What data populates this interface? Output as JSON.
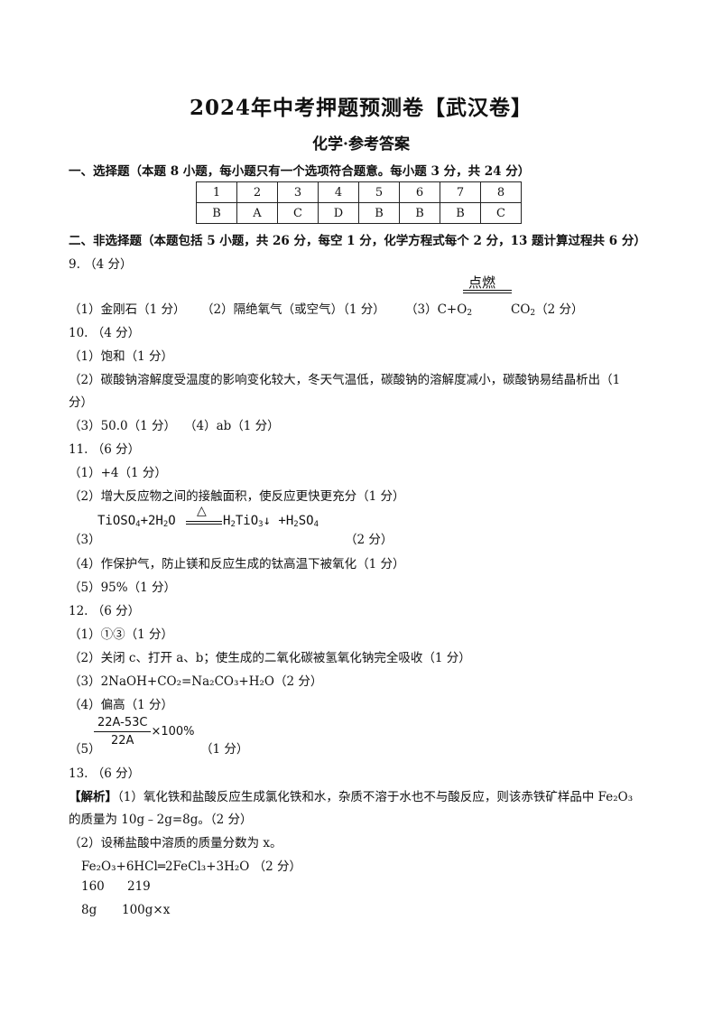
{
  "title": "2024年中考押题预测卷【武汉卷】",
  "subtitle": "化学·参考答案",
  "section1": {
    "heading": "一、选择题（本题 8 小题，每小题只有一个选项符合题意。每小题 3 分，共 24 分）",
    "numbers": [
      "1",
      "2",
      "3",
      "4",
      "5",
      "6",
      "7",
      "8"
    ],
    "answers": [
      "B",
      "A",
      "C",
      "D",
      "B",
      "B",
      "B",
      "C"
    ]
  },
  "section2": {
    "heading": "二、非选择题（本题包括 5 小题，共 26 分，每空 1 分，化学方程式每个 2 分，13 题计算过程共 6 分）"
  },
  "q9": {
    "head": "9. （4 分）",
    "condition": "点燃",
    "a1": "（1）金刚石（1 分）",
    "a2": "（2）隔绝氧气（或空气）（1 分）",
    "a3_pre": "（3）C+O",
    "a3_sub1": "2",
    "a3_prod": "CO",
    "a3_sub2": "2",
    "a3_post": "（2 分）"
  },
  "q10": {
    "head": "10. （4 分）",
    "a1": "（1）饱和（1 分）",
    "a2_line1": "（2）碳酸钠溶解度受温度的影响变化较大，冬天气温低，碳酸钠的溶解度减小，碳酸钠易结晶析出（1",
    "a2_line2": "分）",
    "a3": "（3）50.0（1 分）",
    "a4": "（4）ab（1 分）"
  },
  "q11": {
    "head": "11. （6 分）",
    "a1": "（1）+4（1 分）",
    "a2": "（2）增大反应物之间的接触面积，使反应更快更充分（1 分）",
    "a3_label": "（3）",
    "a3_left": "TiOSO",
    "a3_sub_a": "4",
    "a3_mid1": "+2H",
    "a3_sub_b": "2",
    "a3_mid2": "O",
    "a3_cond": "△",
    "a3_right1": "H",
    "a3_sub_c": "2",
    "a3_right2": "TiO",
    "a3_sub_d": "3",
    "a3_right3": "↓ +H",
    "a3_sub_e": "2",
    "a3_right4": "SO",
    "a3_sub_f": "4",
    "a3_score": "（2 分）",
    "a4": "（4）作保护气，防止镁和反应生成的钛高温下被氧化（1 分）",
    "a5": "（5）95%（1 分）"
  },
  "q12": {
    "head": "12. （6 分）",
    "a1": "（1）①③（1 分）",
    "a2": "（2）关闭 c、打开 a、b；使生成的二氧化碳被氢氧化钠完全吸收（1 分）",
    "a3": "（3）2NaOH+CO₂=Na₂CO₃+H₂O（2 分）",
    "a4": "（4）偏高（1 分）",
    "a5_label": "（5）",
    "a5_num": "22A-53C",
    "a5_den": "22A",
    "a5_times": "×100%",
    "a5_score": "（1 分）"
  },
  "q13": {
    "head": "13. （6 分）",
    "tag": "【解析】",
    "a1_line1": "（1）氧化铁和盐酸反应生成氯化铁和水，杂质不溶于水也不与酸反应，则该赤铁矿样品中 Fe₂O₃",
    "a1_line2": "的质量为 10g﹣2g=8g。（2 分）",
    "a2": "（2）设稀盐酸中溶质的质量分数为 x。",
    "eq": "Fe₂O₃+6HCl═2FeCl₃+3H₂O （2 分）",
    "m1a": "160",
    "m1b": "219",
    "m2a": "8g",
    "m2b": "100g×x"
  }
}
